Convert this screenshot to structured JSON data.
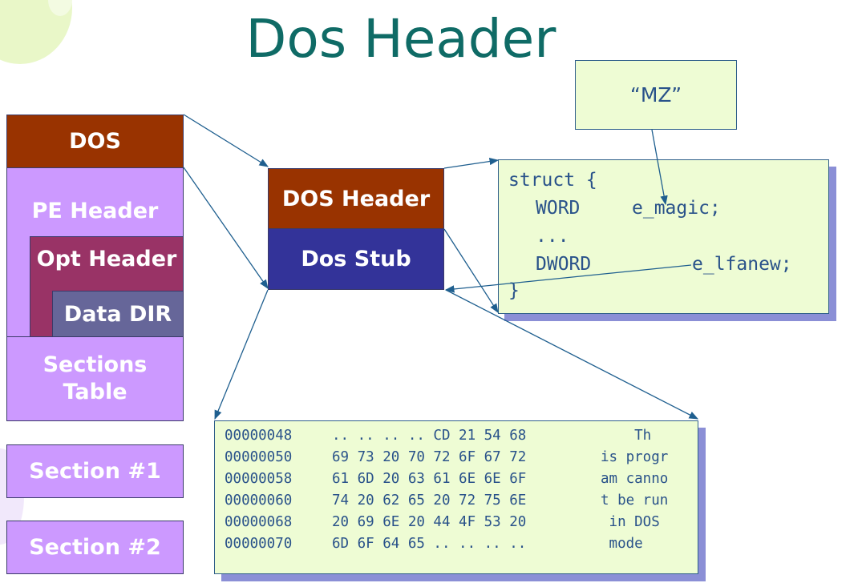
{
  "title": "Dos Header",
  "pe_layout": {
    "dos": "DOS",
    "pe_header": "PE Header",
    "opt_header": "Opt Header",
    "data_dir": "Data DIR",
    "sections_table_line1": "Sections",
    "sections_table_line2": "Table",
    "section1": "Section #1",
    "section2": "Section #2"
  },
  "dos_block": {
    "header": "DOS Header",
    "stub": "Dos Stub"
  },
  "mz_label": "“MZ”",
  "struct": {
    "line1": "struct {",
    "word_type": "WORD",
    "word_field": "e_magic;",
    "ellipsis": "...",
    "dword_type": "DWORD",
    "dword_field": "e_lfanew;",
    "close": "}"
  },
  "hex_dump": [
    {
      "offset": "00000048",
      "bytes": ".. .. .. .. CD 21 54 68",
      "ascii": "    Th"
    },
    {
      "offset": "00000050",
      "bytes": "69 73 20 70 72 6F 67 72",
      "ascii": "is progr"
    },
    {
      "offset": "00000058",
      "bytes": "61 6D 20 63 61 6E 6E 6F",
      "ascii": "am canno"
    },
    {
      "offset": "00000060",
      "bytes": "74 20 62 65 20 72 75 6E",
      "ascii": "t be run"
    },
    {
      "offset": "00000068",
      "bytes": "20 69 6E 20 44 4F 53 20",
      "ascii": " in DOS"
    },
    {
      "offset": "00000070",
      "bytes": "6D 6F 64 65 .. .. .. ..",
      "ascii": " mode"
    }
  ]
}
